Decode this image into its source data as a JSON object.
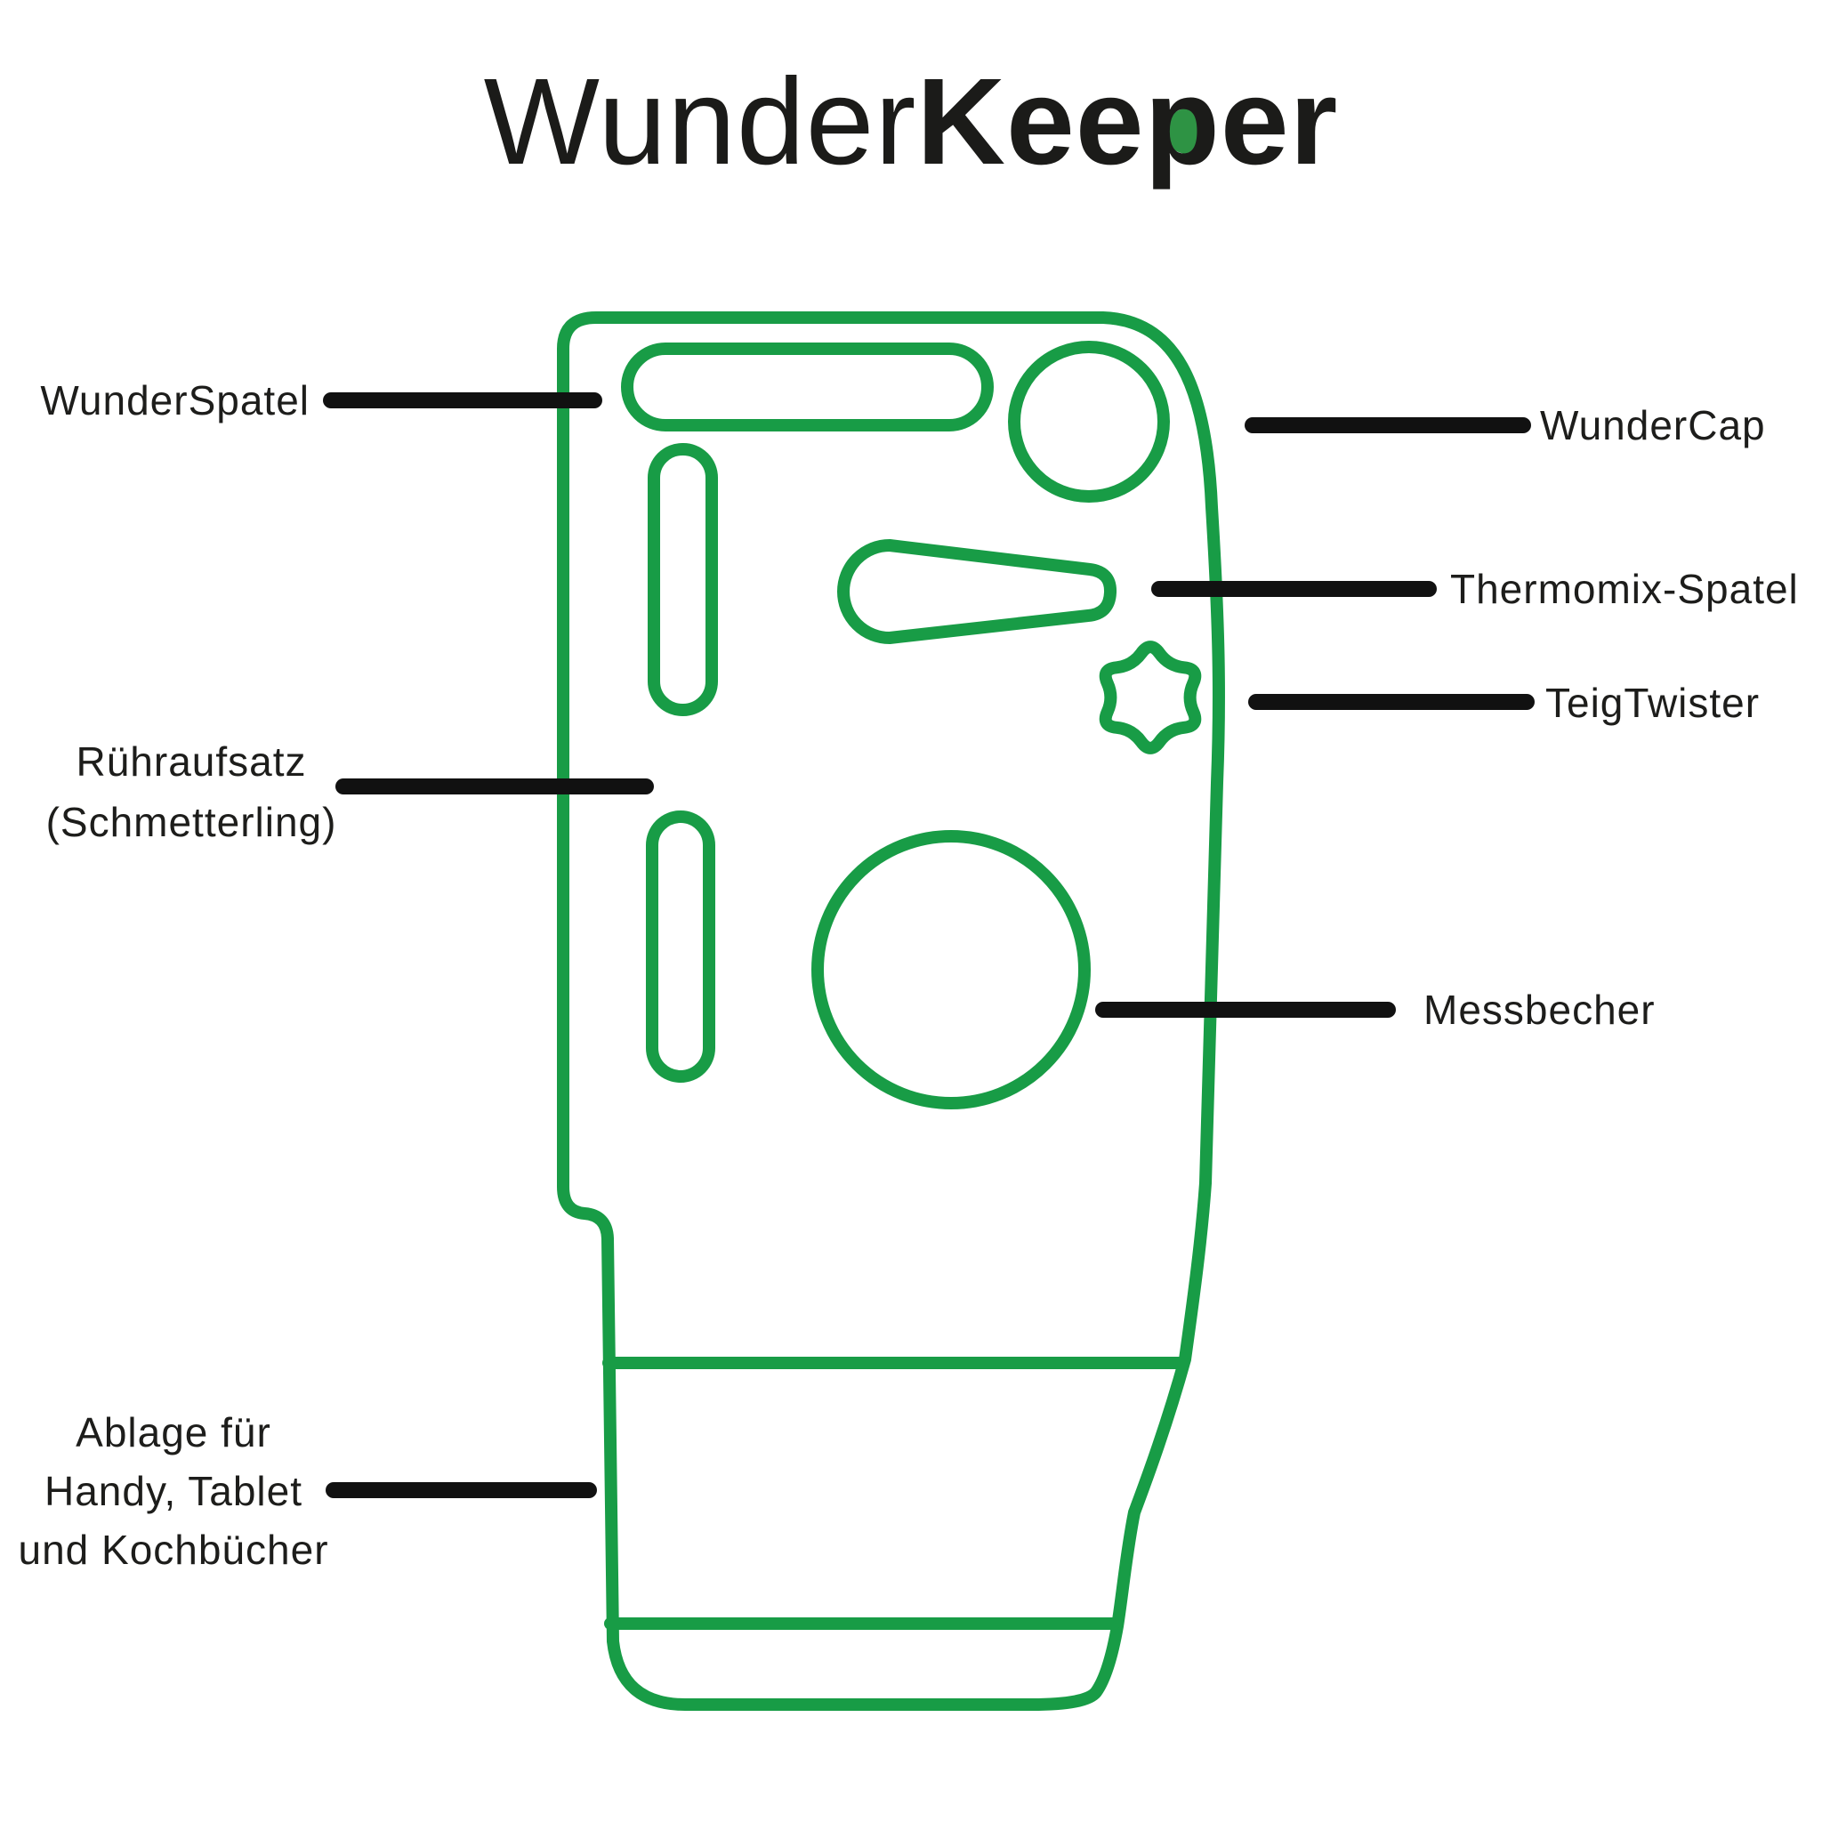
{
  "title": {
    "light": "Wunder",
    "bold_pre": "Kee",
    "bold_dot_letter": "p",
    "bold_post": "er"
  },
  "labels": {
    "wunderspatel": "WunderSpatel",
    "wundercap": "WunderCap",
    "thermomix_spatel": "Thermomix-Spatel",
    "teigtwister": "TeigTwister",
    "ruehraufsatz_line1": "Rühraufsatz",
    "ruehraufsatz_line2": "(Schmetterling)",
    "messbecher": "Messbecher",
    "ablage_line1": "Ablage für",
    "ablage_line2": "Handy, Tablet",
    "ablage_line3": "und Kochbücher"
  },
  "colors": {
    "brand_green": "#189C46",
    "logo_dot_green": "#2E9344",
    "text_black": "#1B1B19",
    "pointer_black": "#111111",
    "background": "#FFFFFF"
  }
}
